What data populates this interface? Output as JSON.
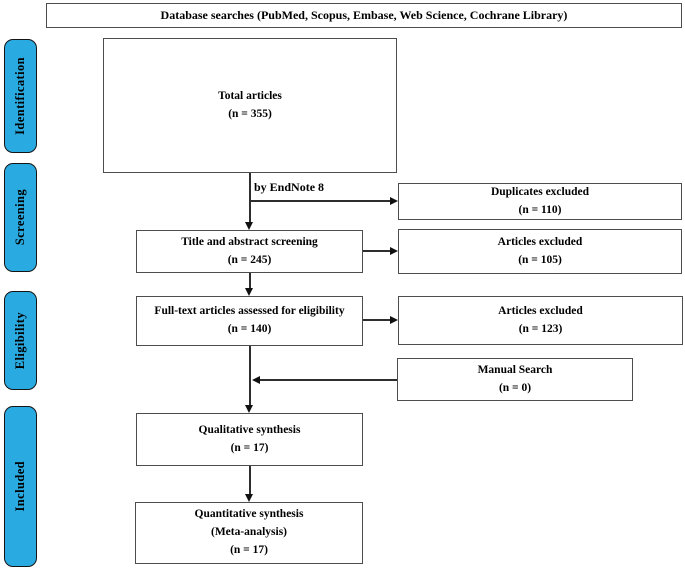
{
  "header": {
    "title": "Database searches (PubMed, Scopus, Embase, Web Science, Cochrane Library)"
  },
  "sidebar": {
    "items": [
      {
        "id": "identification",
        "label": "Identification"
      },
      {
        "id": "screening",
        "label": "Screening"
      },
      {
        "id": "eligibility",
        "label": "Eligibility"
      },
      {
        "id": "included",
        "label": "Included"
      }
    ]
  },
  "boxes": {
    "total_articles": {
      "title": "Total articles",
      "count": "(n = 355)"
    },
    "duplicates_excluded": {
      "title": "Duplicates excluded",
      "count": "(n = 110)"
    },
    "title_abstract_screening": {
      "title": "Title and abstract screening",
      "count": "(n = 245)"
    },
    "articles_excluded_screening": {
      "title": "Articles excluded",
      "count": "(n = 105)"
    },
    "full_text_eligibility": {
      "title": "Full-text articles assessed for eligibility",
      "count": "(n = 140)"
    },
    "articles_excluded_eligibility": {
      "title": "Articles excluded",
      "count": "(n = 123)"
    },
    "manual_search": {
      "title": "Manual Search",
      "count": "(n = 0)"
    },
    "qualitative_synthesis": {
      "title": "Qualitative synthesis",
      "count": "(n = 17)"
    },
    "quantitative_synthesis": {
      "title": "Quantitative synthesis",
      "subtitle": "(Meta-analysis)",
      "count": "(n = 17)"
    }
  },
  "annotations": {
    "endnote_label": "by EndNote 8"
  },
  "colors": {
    "stage_fill": "#29ABE2",
    "box_border": "#4d4d4d",
    "line": "#2e2e2e"
  }
}
